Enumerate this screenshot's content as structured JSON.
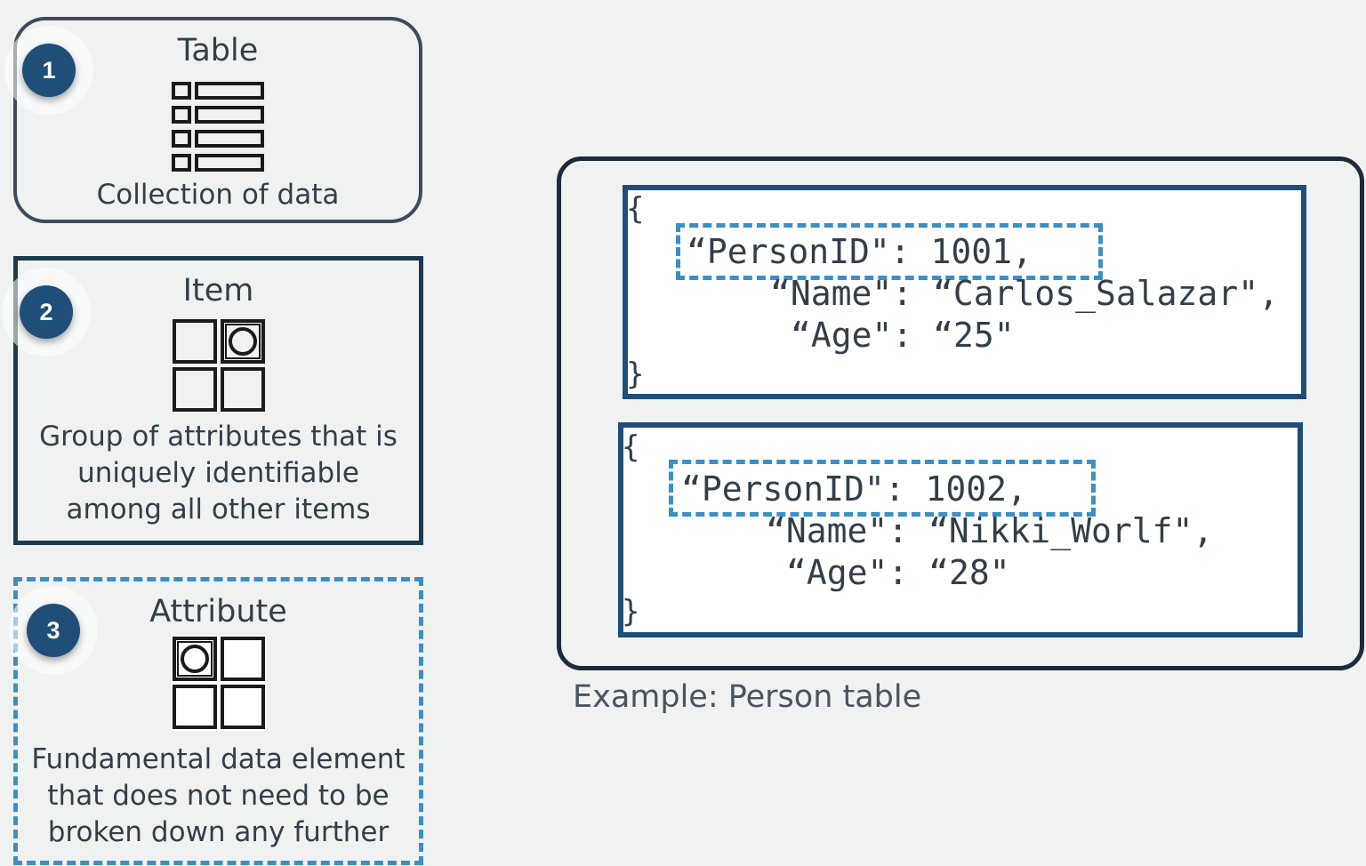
{
  "concepts": [
    {
      "number": "1",
      "title": "Table",
      "description": "Collection of data",
      "icon": "table-icon"
    },
    {
      "number": "2",
      "title": "Item",
      "description": "Group of attributes that is uniquely identifiable among all other items",
      "icon": "item-grid-icon"
    },
    {
      "number": "3",
      "title": "Attribute",
      "description": "Fundamental data element that does not need to be broken down any further",
      "icon": "attribute-grid-icon"
    }
  ],
  "example": {
    "caption": "Example: Person table",
    "items": [
      {
        "open_brace": "{",
        "close_brace": "}",
        "primary_key_line": "“PersonID\": 1001,",
        "name_line": "“Name\": “Carlos_Salazar\",",
        "age_line": "“Age\": “25\""
      },
      {
        "open_brace": "{",
        "close_brace": "}",
        "primary_key_line": "“PersonID\": 1002,",
        "name_line": "“Name\": “Nikki_Worlf\",",
        "age_line": "“Age\": “28\""
      }
    ]
  },
  "colors": {
    "background": "#f0f2f2",
    "badge": "#1f4e79",
    "item_border": "#1f4e79",
    "attribute_dashed": "#3b8fc4",
    "text": "#333e48"
  }
}
